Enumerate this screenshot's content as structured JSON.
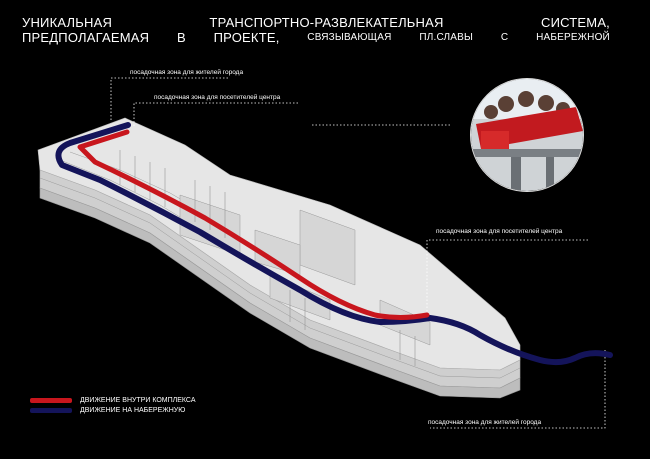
{
  "title": {
    "line1": [
      "УНИКАЛЬНАЯ",
      "ТРАНСПОРТНО-РАЗВЛЕКАТЕЛЬНАЯ",
      "СИСТЕМА,"
    ],
    "line2": [
      "ПРЕДПОЛАГАЕМАЯ",
      "В",
      "ПРОЕКТЕ,",
      "СВЯЗЫВАЮЩАЯ",
      "ПЛ.СЛАВЫ",
      "С",
      "НАБЕРЕЖНОЙ"
    ]
  },
  "labels": {
    "top_residents": "посадочная зона для жителей города",
    "top_visitors": "посадочная зона для посетителей центра",
    "right_visitors": "посадочная зона  для посетителей центра",
    "bottom_residents": "посадочная зона для жителей города"
  },
  "legend": {
    "inside": "ДВИЖЕНИЕ ВНУТРИ КОМПЛЕКСА",
    "embankment": "ДВИЖЕНИЕ НА НАБЕРЕЖНУЮ"
  },
  "colors": {
    "background": "#000000",
    "inside_route": "#c8161d",
    "embankment_route": "#14145a",
    "building": "#e6e6e6"
  }
}
